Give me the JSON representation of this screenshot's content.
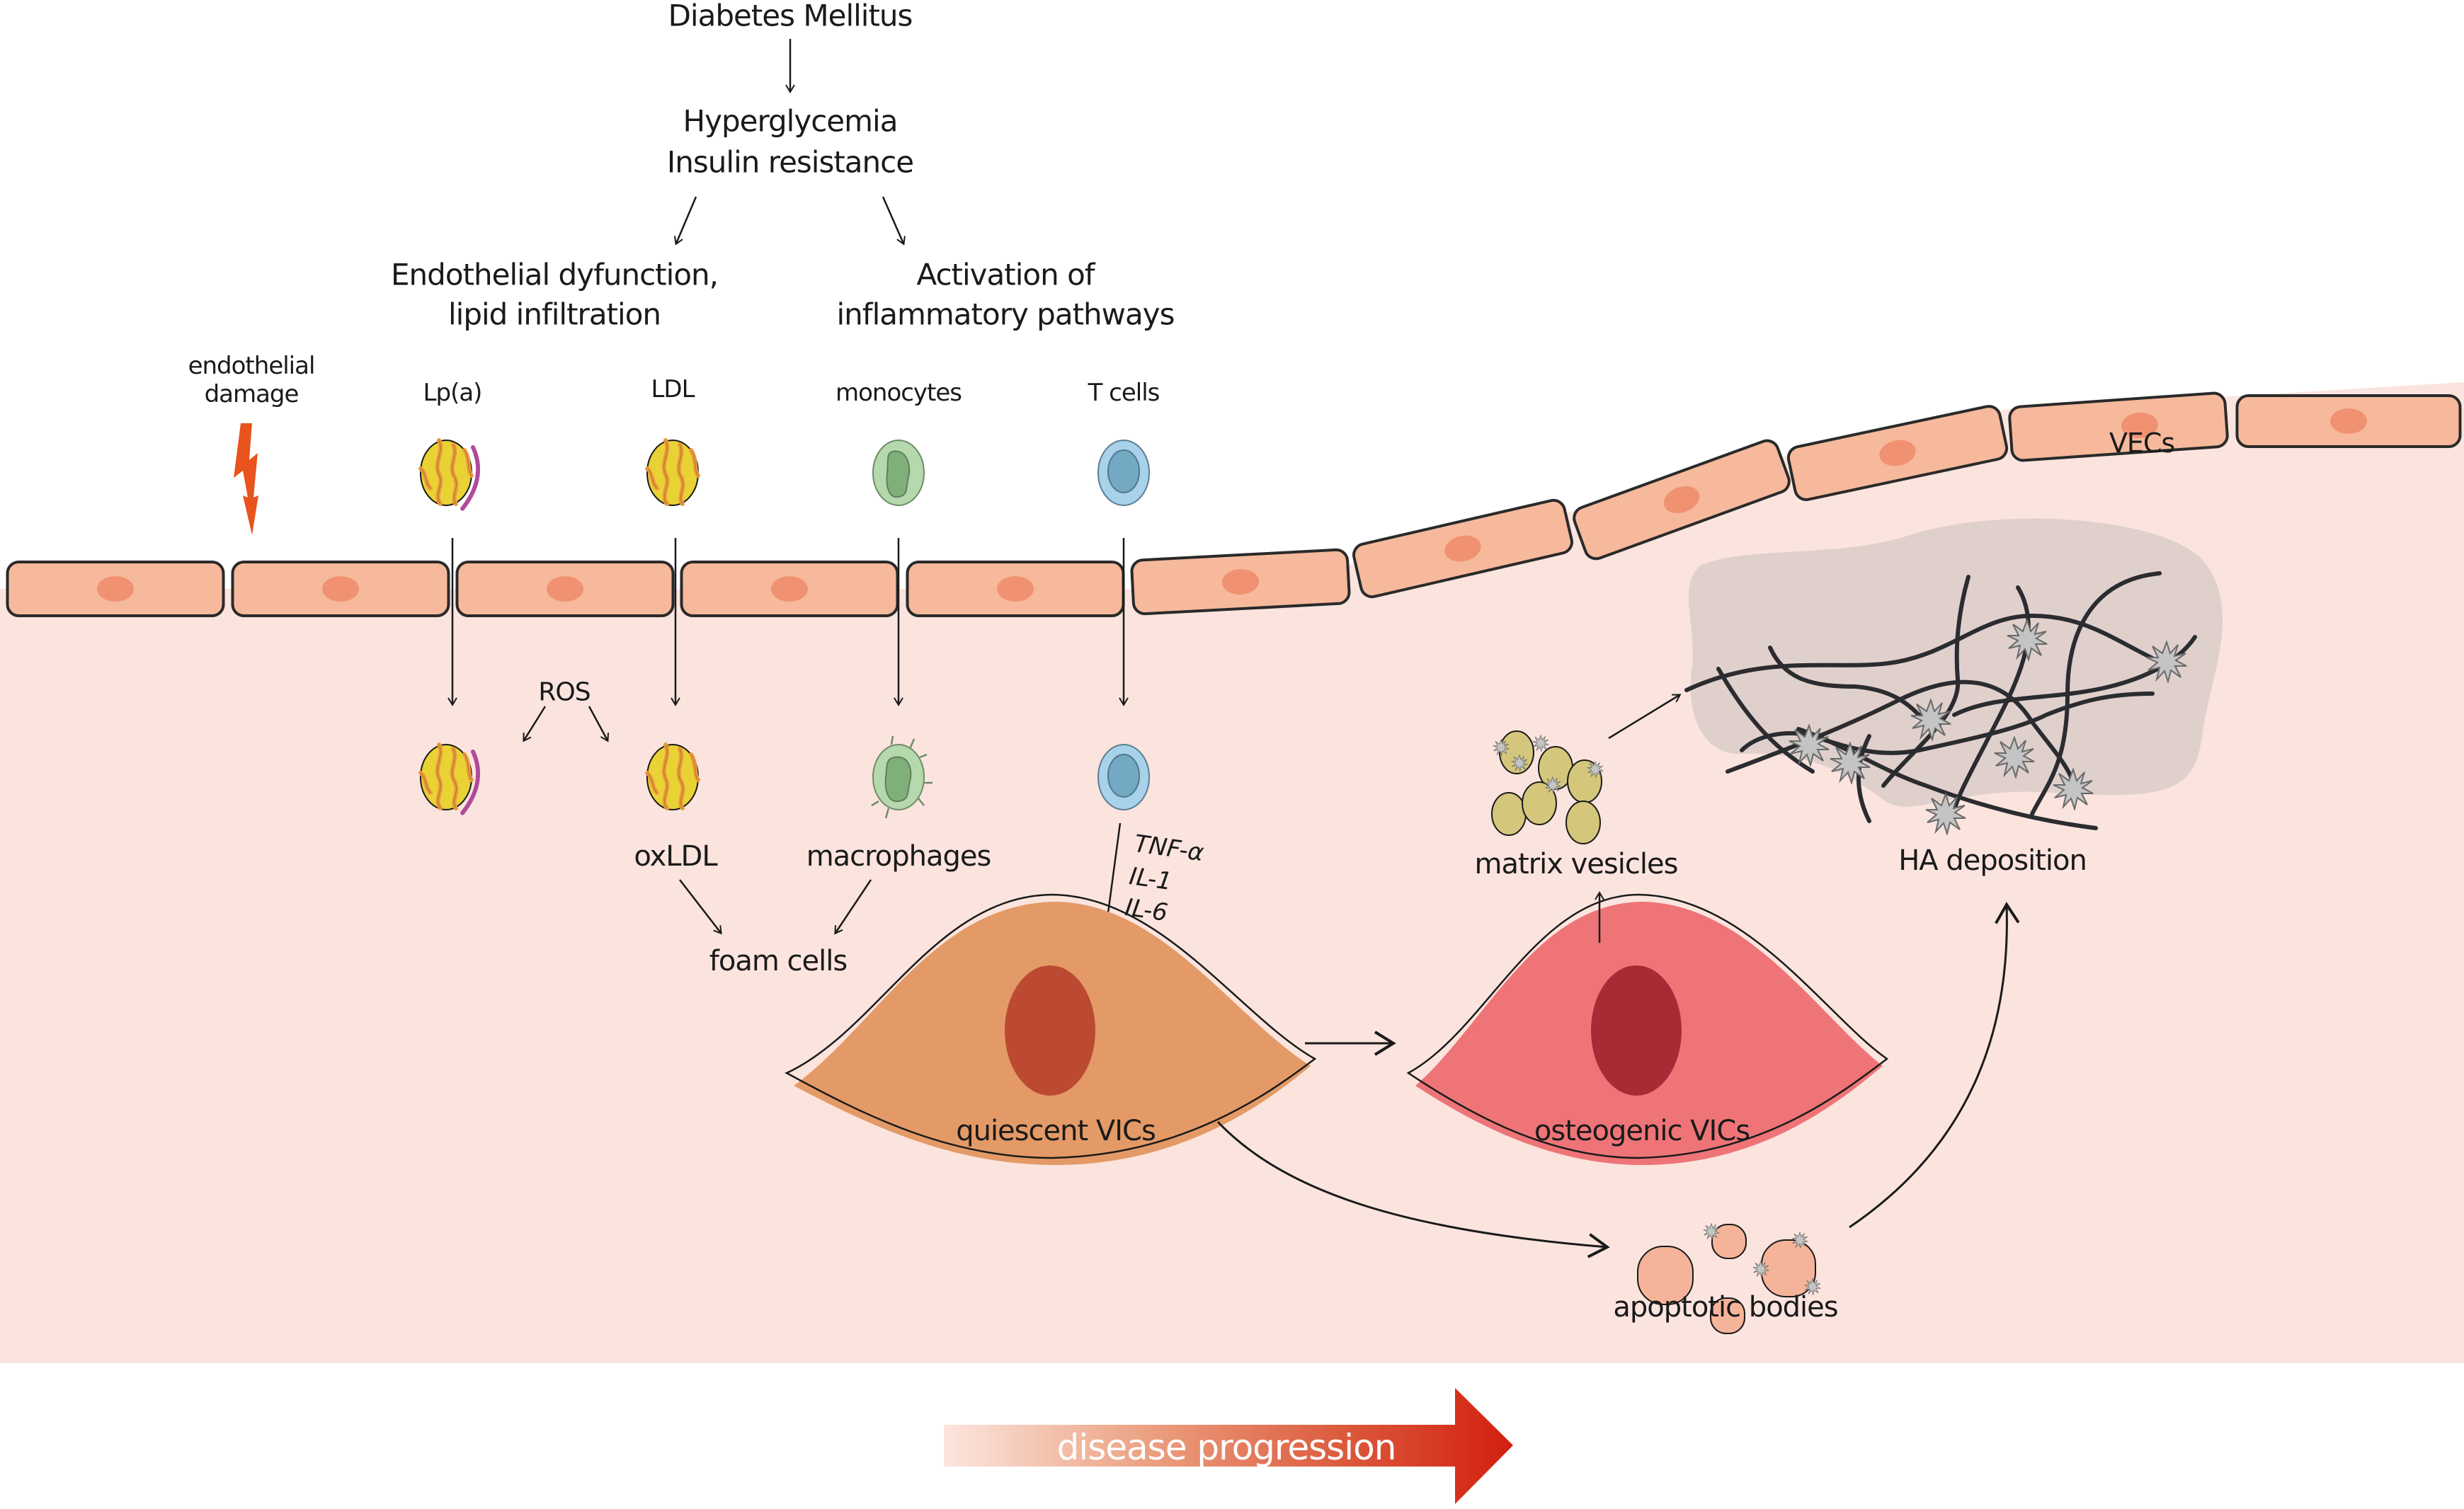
{
  "figure": {
    "top_cascade": {
      "root": "Diabetes Mellitus",
      "level2_line1": "Hyperglycemia",
      "level2_line2": "Insulin resistance",
      "branch_left_line1": "Endothelial dyfunction,",
      "branch_left_line2": "lipid infiltration",
      "branch_right_line1": "Activation of",
      "branch_right_line2": "inflammatory pathways"
    },
    "damage": {
      "line1": "endothelial",
      "line2": "damage",
      "icon": "lightning-bolt-icon"
    },
    "infiltrating_agents": [
      {
        "label": "Lp(a)",
        "icon": "lipoprotein-a-icon"
      },
      {
        "label": "LDL",
        "icon": "ldl-particle-icon"
      },
      {
        "label": "monocytes",
        "icon": "monocyte-icon"
      },
      {
        "label": "T cells",
        "icon": "t-cell-icon"
      }
    ],
    "endothelium": {
      "label": "VECs",
      "cell_count": 11
    },
    "intimal_events": {
      "ros": "ROS",
      "oxldl": "oxLDL",
      "macrophages": "macrophages",
      "foam_cells": "foam cells",
      "cytokines": [
        "TNF-α",
        "IL-1",
        "IL-6"
      ]
    },
    "vics": {
      "quiescent": "quiescent VICs",
      "osteogenic": "osteogenic VICs"
    },
    "calcification": {
      "matrix_vesicles": "matrix vesicles",
      "apoptotic_bodies": "apoptotic bodies",
      "ha_deposition": "HA deposition"
    },
    "progression": {
      "label": "disease progression"
    },
    "colors": {
      "tissue_bg": "#fbe4de",
      "endothelial_cell": "#f6b99c",
      "endothelial_nucleus": "#f09272",
      "cell_outline": "#2a2a2a",
      "lightning": "#e8531e",
      "lipoprotein_core": "#e8d234",
      "apoprotein_band": "#ec9a3c",
      "apo_a_chain": "#b04a9a",
      "monocyte_body": "#b5d8ac",
      "monocyte_nucleus": "#80b07a",
      "tcell_body": "#a8d1ea",
      "tcell_nucleus": "#74a9c3",
      "quiescent_vic": "#e49a66",
      "quiescent_nucleus": "#bc4a33",
      "osteogenic_vic": "#ee7478",
      "osteogenic_nucleus": "#a82a35",
      "matrix_vesicle": "#d4c77c",
      "crystal": "#c4c4c4",
      "ha_region": "#e0d0cc",
      "fiber": "#2b2c30",
      "apoptotic_body": "#f5b499",
      "progression_start": "#fbe4de",
      "progression_end": "#d42010"
    }
  }
}
